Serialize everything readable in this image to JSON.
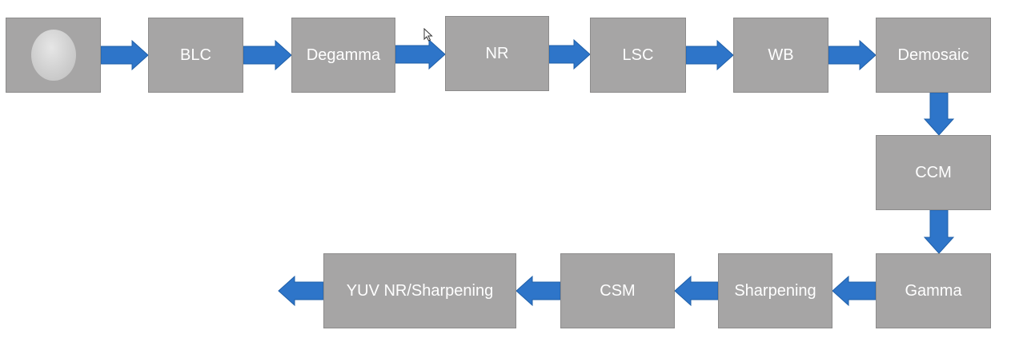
{
  "pipeline": {
    "source_icon": "image-sensor-circle-icon",
    "stages": {
      "blc": "BLC",
      "degamma": "Degamma",
      "nr": "NR",
      "lsc": "LSC",
      "wb": "WB",
      "demosaic": "Demosaic",
      "ccm": "CCM",
      "gamma": "Gamma",
      "sharpening": "Sharpening",
      "csm": "CSM",
      "yuv_nr_sharpening": "YUV NR/Sharpening"
    }
  },
  "colors": {
    "box_fill": "#a6a5a5",
    "box_text": "#ffffff",
    "arrow_fill": "#2e75c9"
  }
}
